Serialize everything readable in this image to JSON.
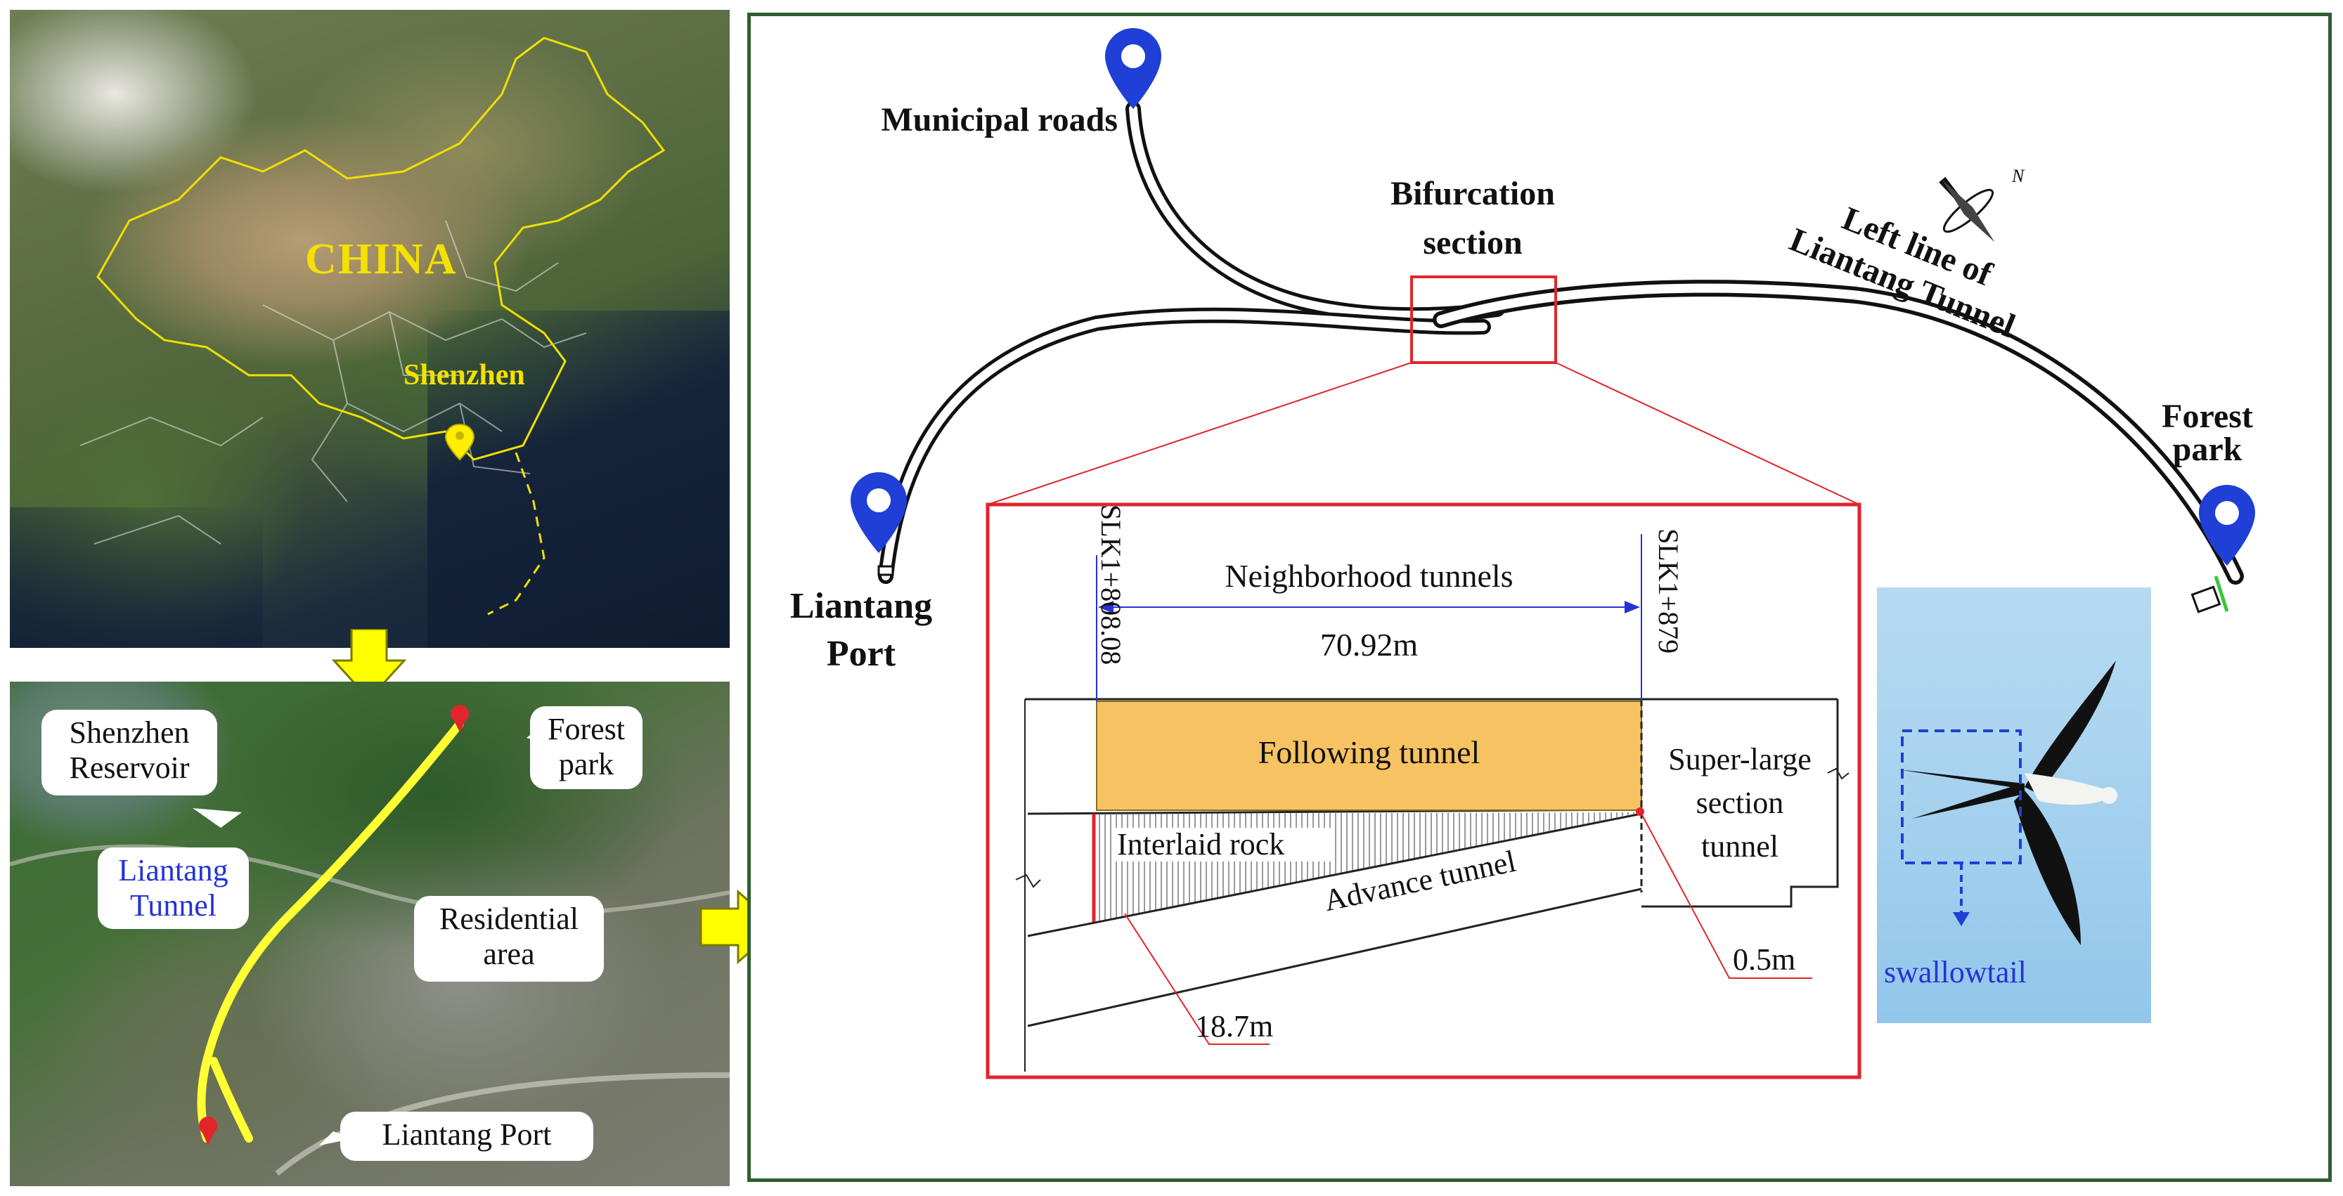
{
  "country_map": {
    "country_label": "CHINA",
    "city_label": "Shenzhen"
  },
  "local_map": {
    "callouts": {
      "reservoir": "Shenzhen\nReservoir",
      "forest_park": "Forest\npark",
      "tunnel": "Liantang\nTunnel",
      "residential": "Residential\narea",
      "port": "Liantang Port"
    }
  },
  "route_map": {
    "municipal_roads": "Municipal roads",
    "bifurcation_line1": "Bifurcation",
    "bifurcation_line2": "section",
    "left_line_1": "Left line of",
    "left_line_2": "Liantang Tunnel",
    "forest_park_line1": "Forest",
    "forest_park_line2": "park",
    "liantang_port_line1": "Liantang",
    "liantang_port_line2": "Port",
    "compass_label": "N"
  },
  "detail": {
    "station_left": "SLK1+808.08",
    "station_right": "SLK1+879",
    "neighborhood_label": "Neighborhood tunnels",
    "neighborhood_length": "70.92m",
    "following_tunnel": "Following tunnel",
    "interlaid_rock": "Interlaid rock",
    "advance_tunnel": "Advance tunnel",
    "super_large_1": "Super-large",
    "super_large_2": "section",
    "super_large_3": "tunnel",
    "dim_left": "18.7m",
    "dim_right": "0.5m"
  },
  "bird": {
    "caption": "swallowtail"
  },
  "colors": {
    "frame_green": "#2f5d2f",
    "highlight_red": "#e0252b",
    "pin_blue": "#1f3fd6",
    "arrow_yellow": "#ffff00",
    "following_fill": "#f7c362",
    "label_blue": "#2533d6"
  }
}
